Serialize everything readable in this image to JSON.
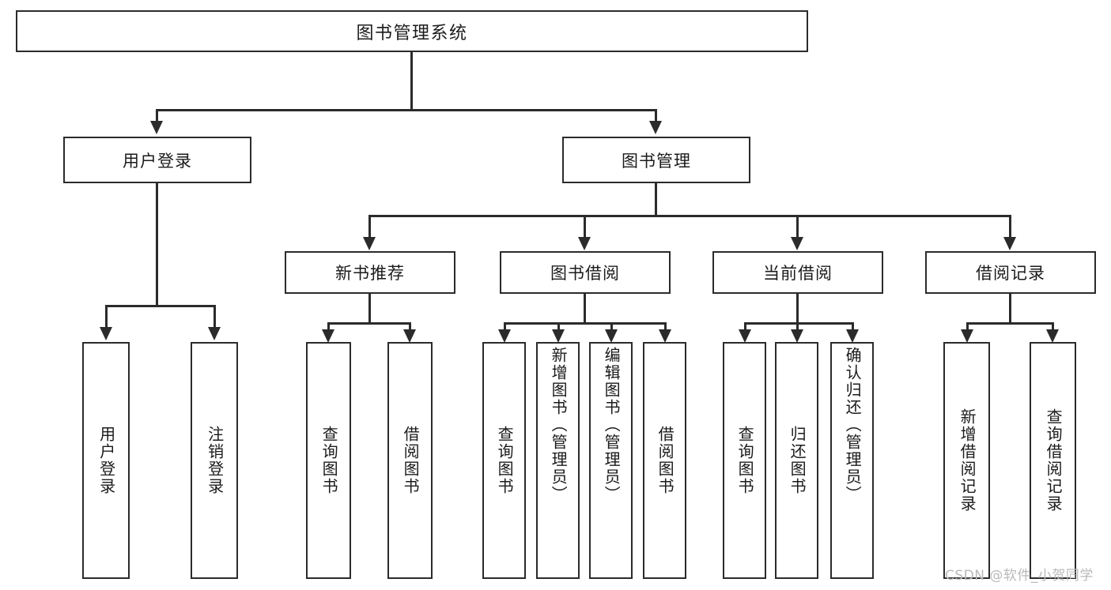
{
  "diagram": {
    "type": "tree-hierarchy",
    "title": "图书管理系统",
    "root": {
      "label": "图书管理系统",
      "id": "root"
    },
    "level2": [
      {
        "id": "user-login",
        "label": "用户登录"
      },
      {
        "id": "book-manage",
        "label": "图书管理"
      }
    ],
    "level3": [
      {
        "id": "new-book-recommend",
        "label": "新书推荐",
        "parent": "book-manage"
      },
      {
        "id": "book-borrow",
        "label": "图书借阅",
        "parent": "book-manage"
      },
      {
        "id": "current-borrow",
        "label": "当前借阅",
        "parent": "book-manage"
      },
      {
        "id": "borrow-record",
        "label": "借阅记录",
        "parent": "book-manage"
      }
    ],
    "leaves": [
      {
        "id": "leaf-user-login",
        "label": "用户登录",
        "parent": "user-login"
      },
      {
        "id": "leaf-logout",
        "label": "注销登录",
        "parent": "user-login"
      },
      {
        "id": "leaf-query-book-1",
        "label": "查询图书",
        "parent": "new-book-recommend"
      },
      {
        "id": "leaf-borrow-book-1",
        "label": "借阅图书",
        "parent": "new-book-recommend"
      },
      {
        "id": "leaf-query-book-2",
        "label": "查询图书",
        "parent": "book-borrow"
      },
      {
        "id": "leaf-add-book",
        "label": "新增图书（管理员）",
        "parent": "book-borrow"
      },
      {
        "id": "leaf-edit-book",
        "label": "编辑图书（管理员）",
        "parent": "book-borrow"
      },
      {
        "id": "leaf-borrow-book-2",
        "label": "借阅图书",
        "parent": "book-borrow"
      },
      {
        "id": "leaf-query-book-3",
        "label": "查询图书",
        "parent": "current-borrow"
      },
      {
        "id": "leaf-return-book",
        "label": "归还图书",
        "parent": "current-borrow"
      },
      {
        "id": "leaf-confirm-return",
        "label": "确认归还（管理员）",
        "parent": "current-borrow"
      },
      {
        "id": "leaf-add-record",
        "label": "新增借阅记录",
        "parent": "borrow-record"
      },
      {
        "id": "leaf-query-record",
        "label": "查询借阅记录",
        "parent": "borrow-record"
      }
    ],
    "colors": {
      "stroke": "#2b2b2b",
      "fill": "#ffffff",
      "text": "#1b1b1b",
      "watermark": "#b9b9b9"
    }
  },
  "watermark": {
    "text": "CSDN @软件_小贺同学"
  }
}
